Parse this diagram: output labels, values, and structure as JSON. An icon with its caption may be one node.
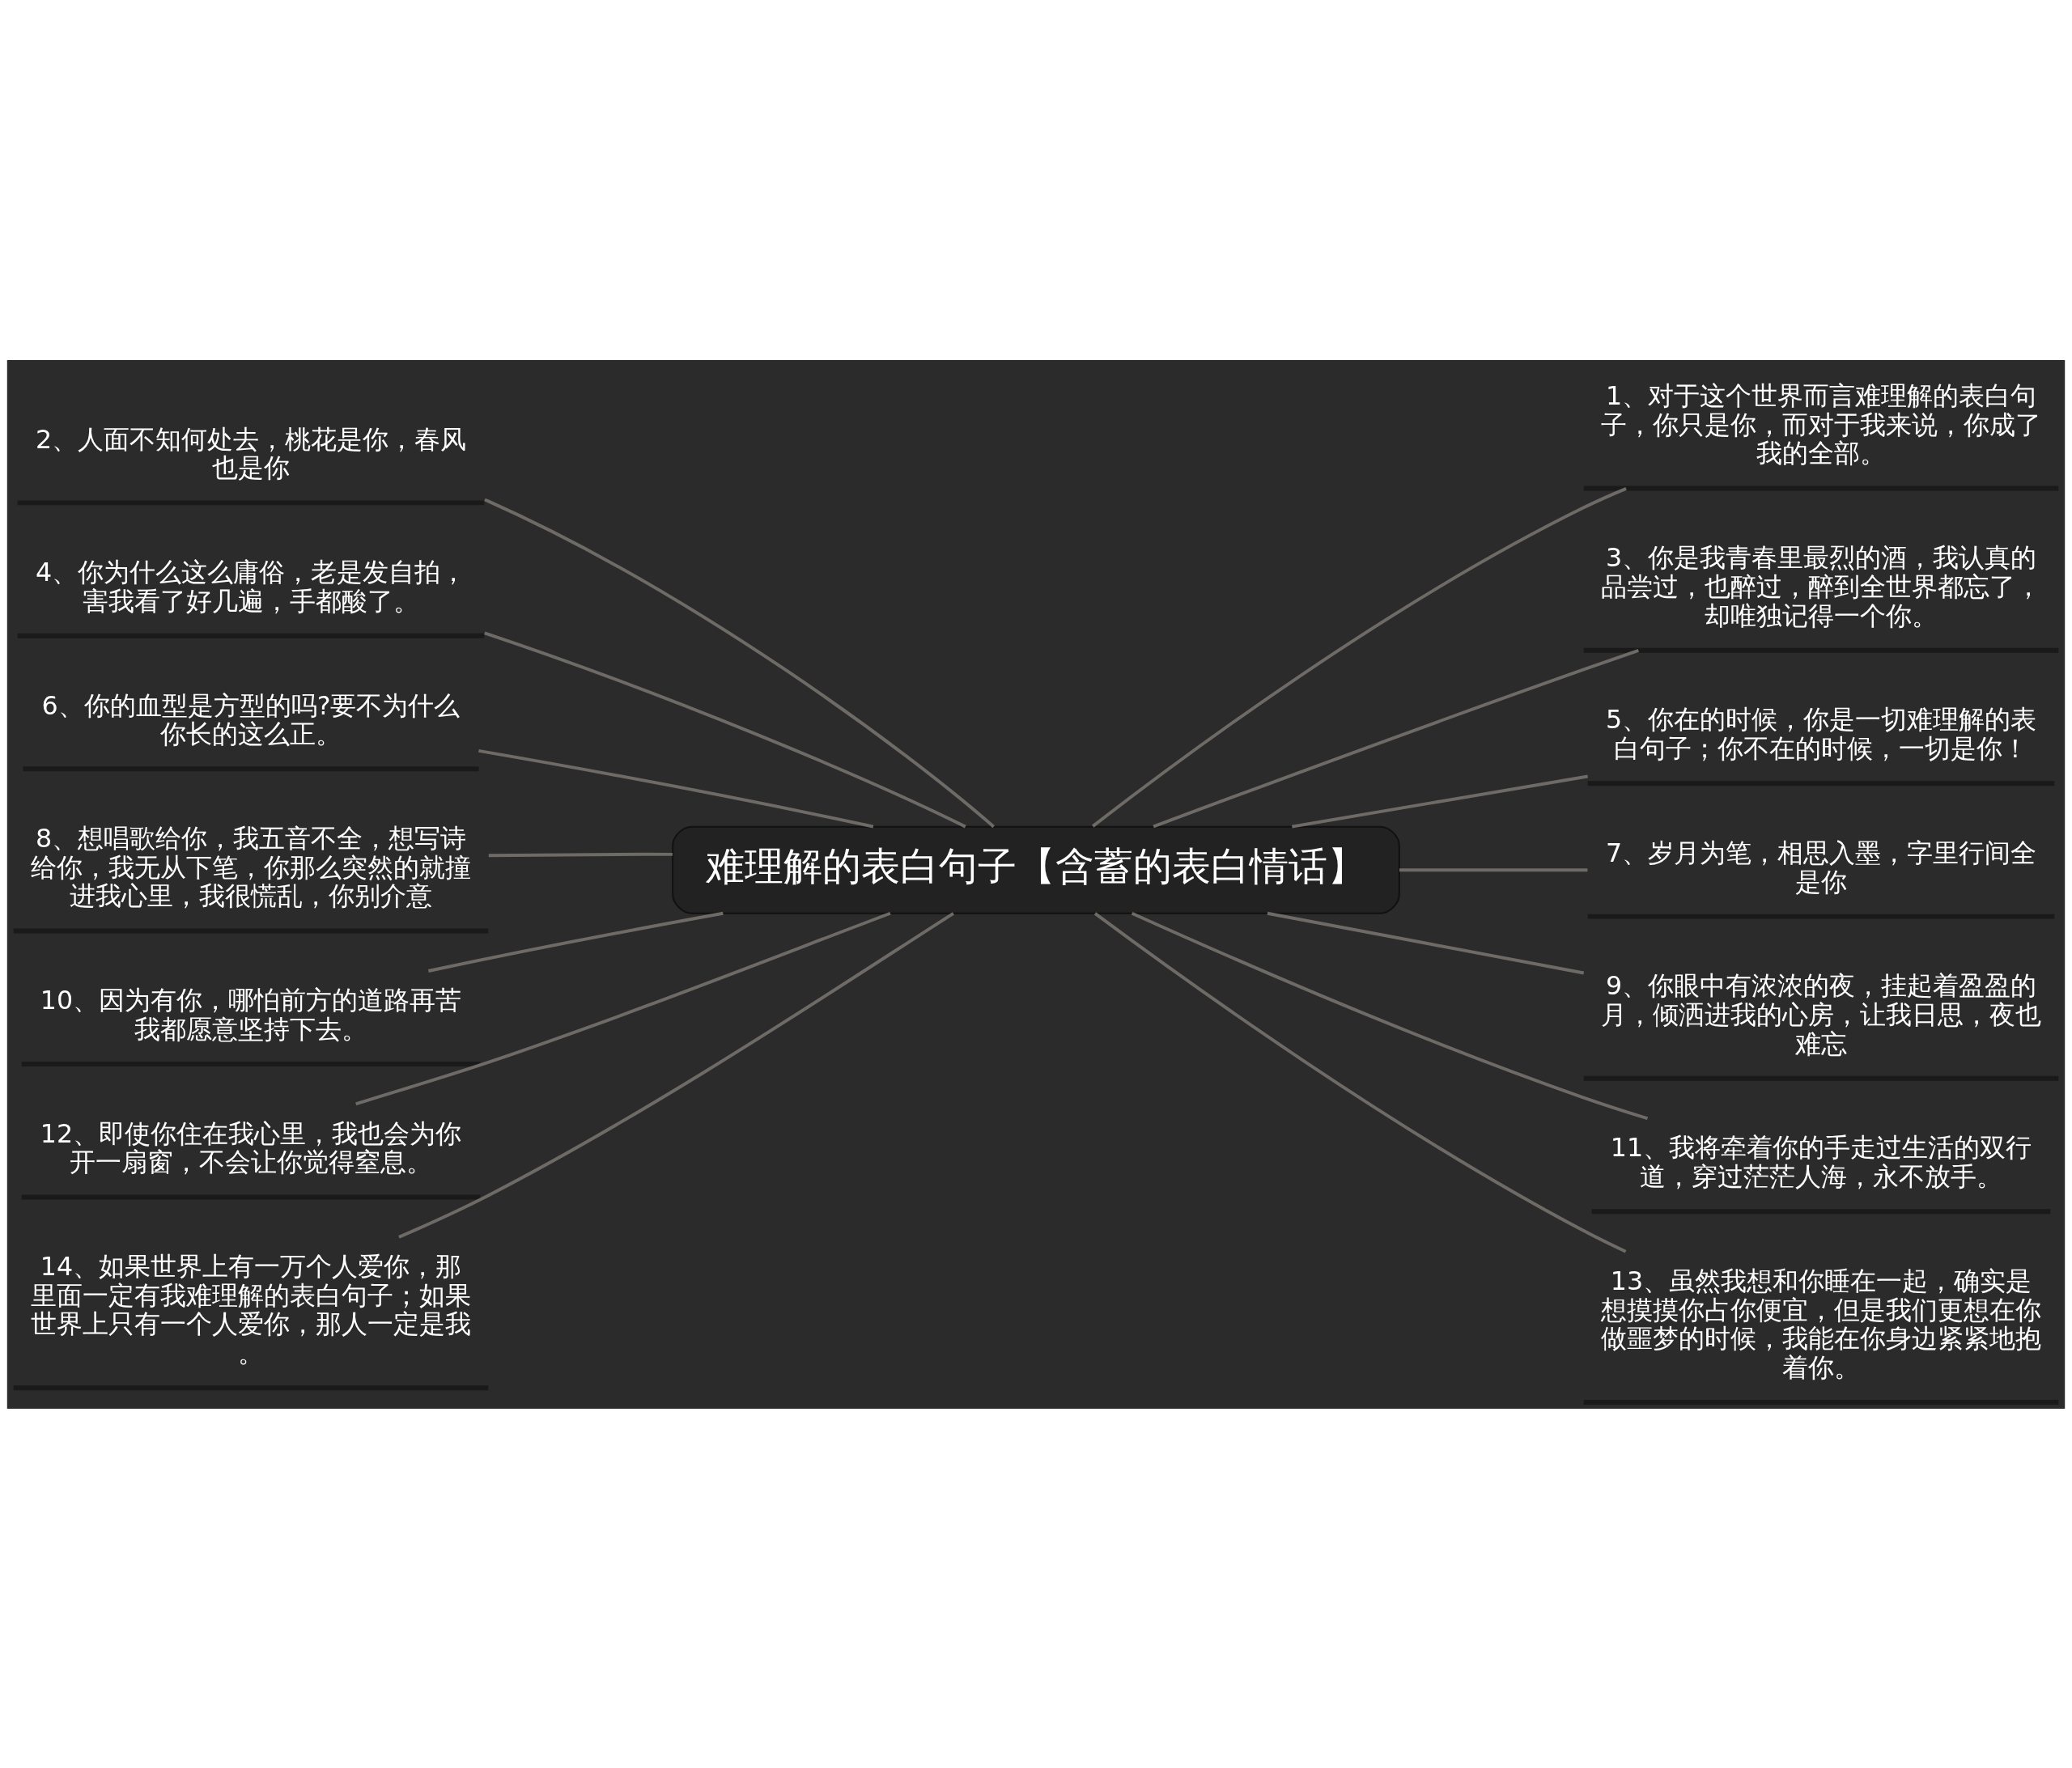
{
  "diagram": {
    "nodes": [
      {
        "text": [
          "难理解的表白句子【含蓄的表白情话】"
        ]
      },
      {
        "text": [
          "1、对于这个世界而言难理解的表白句子，你只是你，而对于我来说，你成了我的全部。"
        ]
      },
      {
        "text": [
          "2、人面不知何处去，桃花是你，春风也是你"
        ]
      },
      {
        "text": [
          "3、你是我青春里最烈的酒，我认真的品尝过，也醉过，醉到全世界都忘了，却唯独记得一个你。"
        ]
      },
      {
        "text": [
          "4、你为什么这么庸俗，老是发自拍，害我看了好几遍，手都酸了。"
        ]
      },
      {
        "text": [
          "5、你在的时候，你是一切难理解的表白句子；你不在的时候，一切是你！"
        ]
      },
      {
        "text": [
          "6、你的血型是方型的吗?要不为什么你长的这么正。"
        ]
      },
      {
        "text": [
          "7、岁月为笔，相思入墨，字里行间全是你"
        ]
      },
      {
        "text": [
          "8、想唱歌给你，我五音不全，想写诗给你，我无从下笔，你那么突然的就撞进我心里，我很慌乱，你别介意"
        ]
      },
      {
        "text": [
          "9、你眼中有浓浓的夜，挂起着盈盈的月，倾洒进我的心房，让我日思，夜也难忘"
        ]
      },
      {
        "text": [
          "10、因为有你，哪怕前方的道路再苦我都愿意坚持下去。"
        ]
      },
      {
        "text": [
          "11、我将牵着你的手走过生活的双行道，穿过茫茫人海，永不放手。"
        ]
      },
      {
        "text": [
          "12、即使你住在我心里，我也会为你开一扇窗，不会让你觉得窒息。"
        ]
      },
      {
        "text": [
          "13、虽然我想和你睡在一起，确实是想摸摸你占你便宜，但是我们更想在你做噩梦的时候，我能在你身边紧紧地抱着你。"
        ]
      },
      {
        "text": [
          "14、如果世界上有一万个人爱你，那里面一定有我难理解的表白句子；如果世界上只有一个人爱你，那人一定是我。"
        ]
      }
    ],
    "edges": [
      {
        "from": 0,
        "to": 1,
        "arrow": "none"
      },
      {
        "from": 0,
        "to": 2,
        "arrow": "none"
      },
      {
        "from": 0,
        "to": 3,
        "arrow": "none"
      },
      {
        "from": 0,
        "to": 4,
        "arrow": "none"
      },
      {
        "from": 0,
        "to": 5,
        "arrow": "none"
      },
      {
        "from": 0,
        "to": 6,
        "arrow": "none"
      },
      {
        "from": 0,
        "to": 7,
        "arrow": "none"
      },
      {
        "from": 0,
        "to": 8,
        "arrow": "none"
      },
      {
        "from": 0,
        "to": 9,
        "arrow": "none"
      },
      {
        "from": 0,
        "to": 10,
        "arrow": "none"
      },
      {
        "from": 0,
        "to": 11,
        "arrow": "none"
      },
      {
        "from": 0,
        "to": 12,
        "arrow": "none"
      },
      {
        "from": 0,
        "to": 13,
        "arrow": "none"
      },
      {
        "from": 0,
        "to": 14,
        "arrow": "none"
      }
    ]
  }
}
